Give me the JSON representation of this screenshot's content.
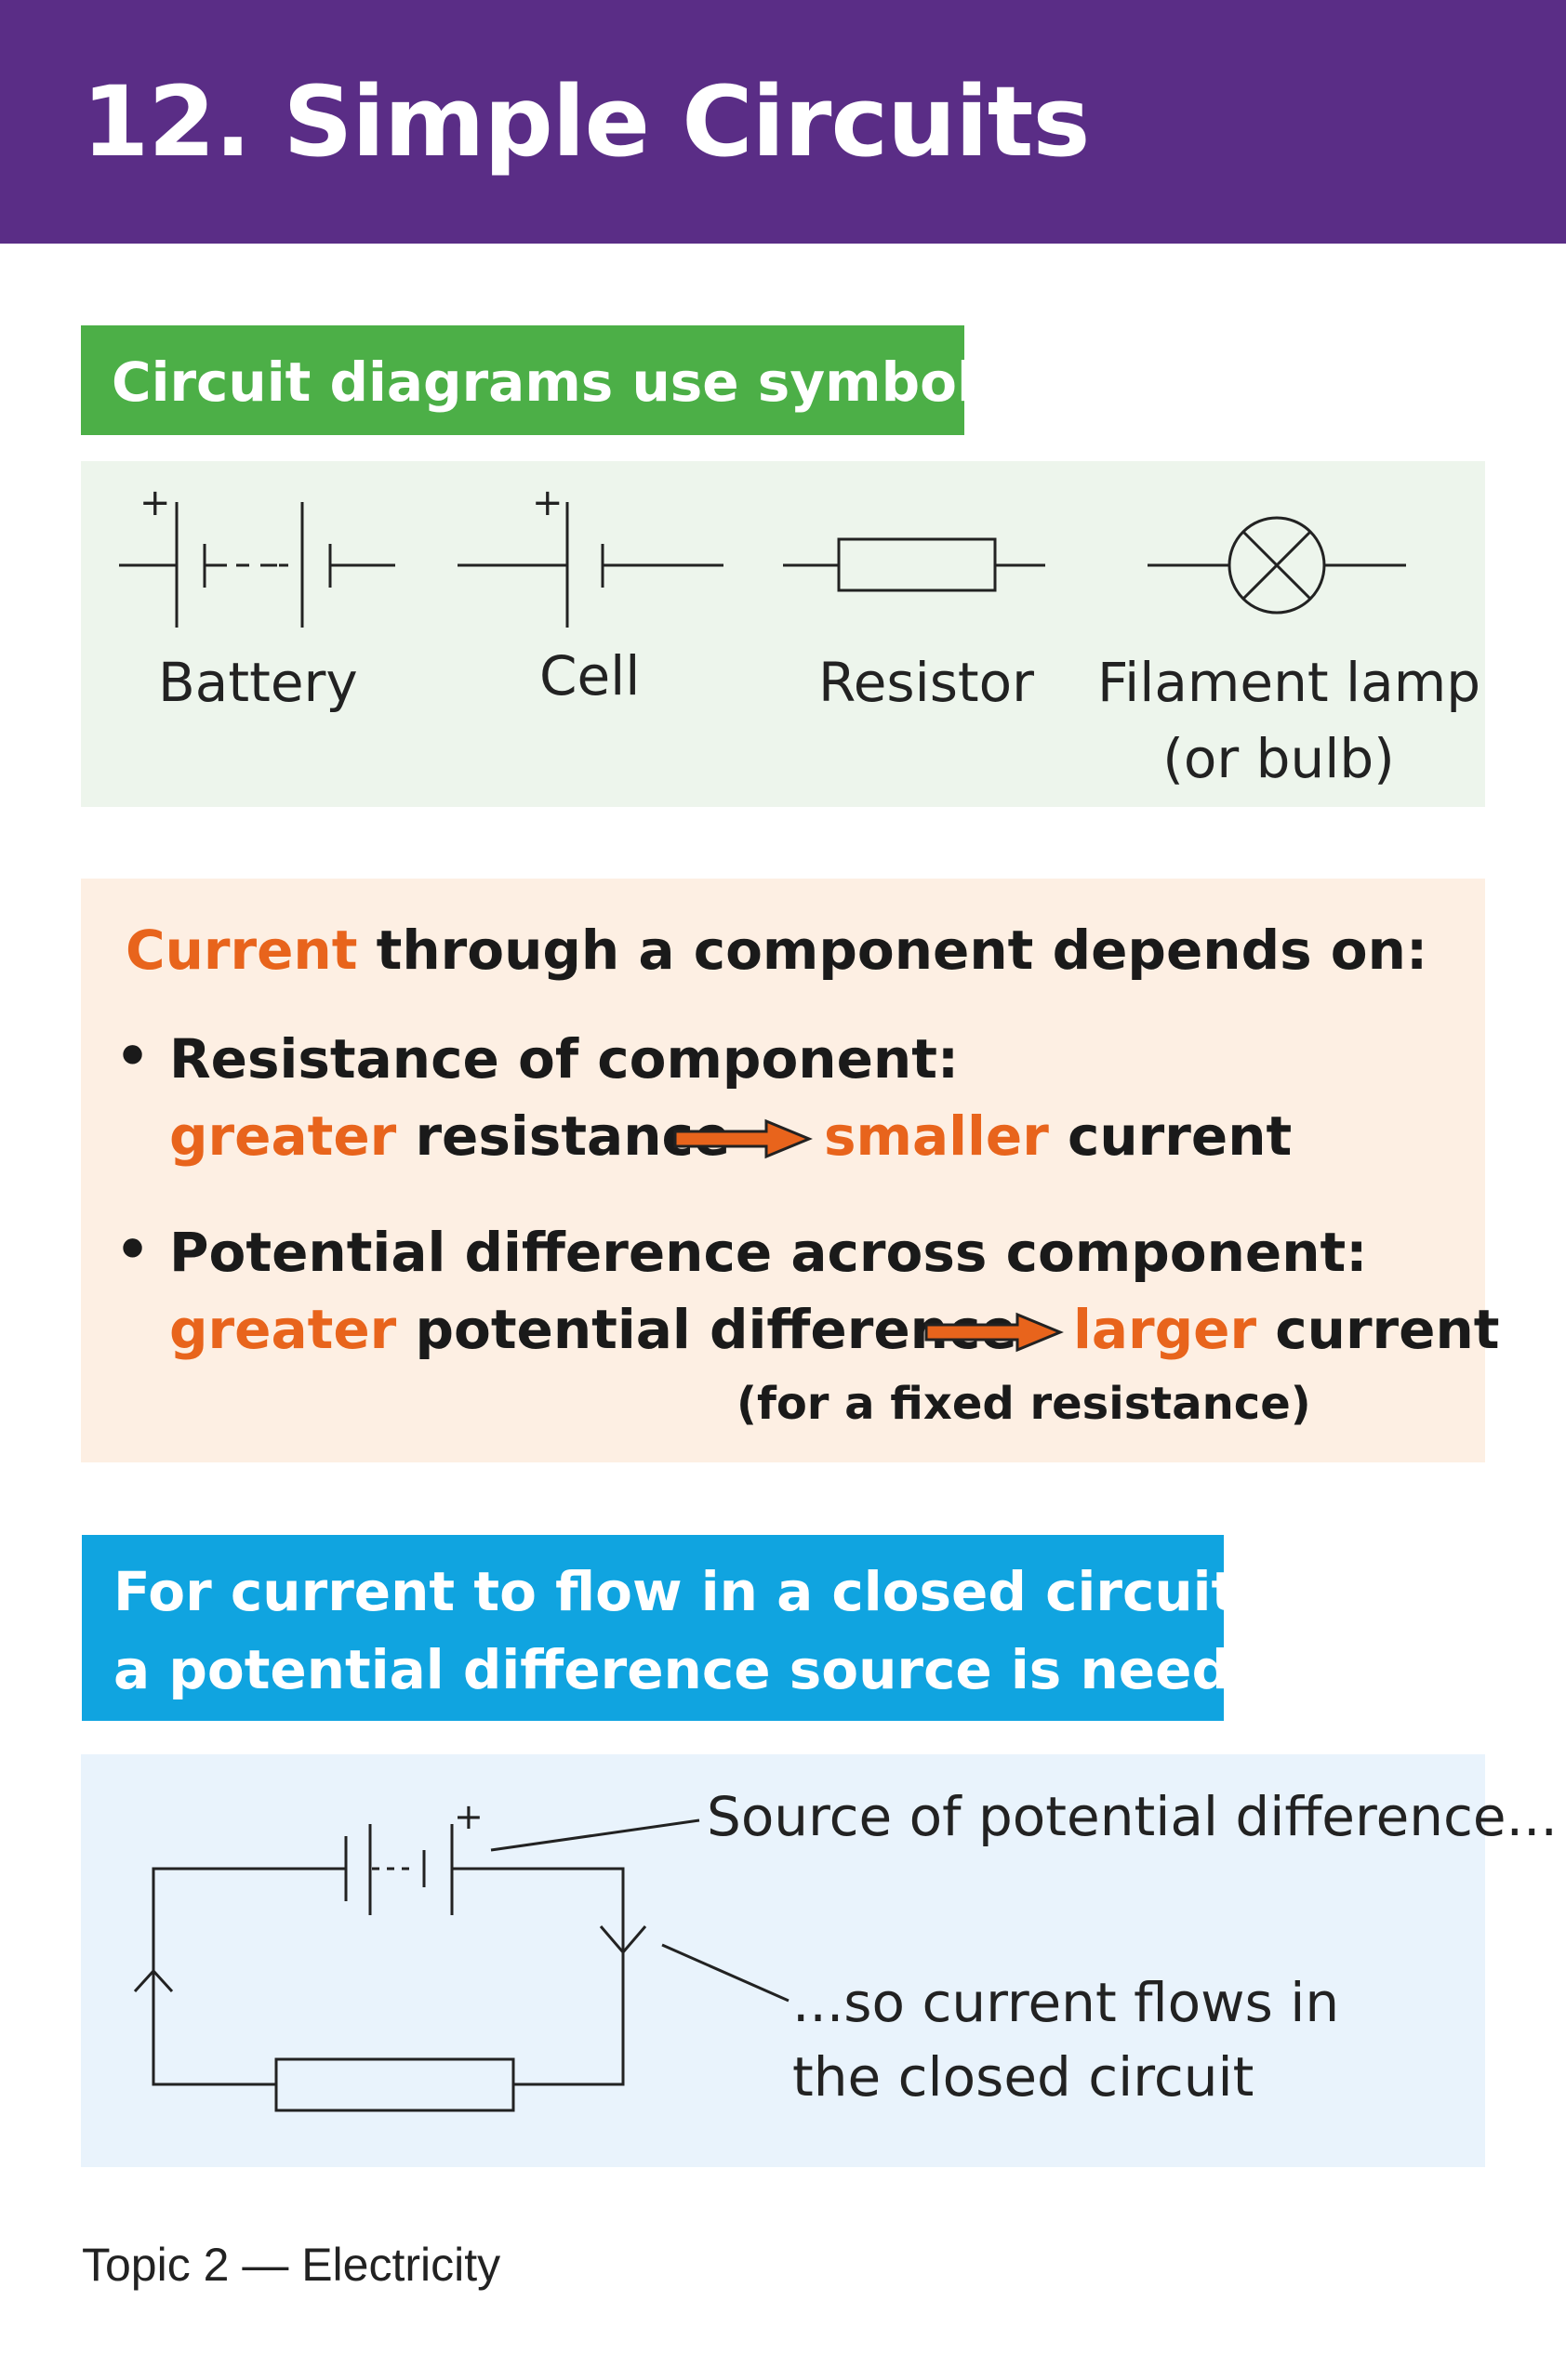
{
  "header": {
    "title": "12. Simple Circuits"
  },
  "symbols_section": {
    "title": "Circuit diagrams use symbols:",
    "battery_label": "Battery",
    "cell_label": "Cell",
    "resistor_label": "Resistor",
    "lamp_label_1": "Filament lamp",
    "lamp_label_2": "(or bulb)",
    "plus_sign": "+"
  },
  "current_section": {
    "heading_highlight": "Current",
    "heading_rest": " through a component depends on:",
    "bullet1_title": "Resistance of component:",
    "bullet1_word1": "greater",
    "bullet1_text1": " resistance",
    "bullet1_word2": "smaller",
    "bullet1_text2": " current",
    "bullet2_title": "Potential difference across component:",
    "bullet2_word1": "greater",
    "bullet2_text1": " potential difference",
    "bullet2_word2": "larger",
    "bullet2_text2": " current",
    "bullet2_note": "(for a fixed resistance)",
    "bullet_glyph": "•"
  },
  "circuit_section": {
    "line1": "For current to flow in a closed circuit,",
    "line2": "a potential difference source is needed.",
    "source_label": "Source of potential difference...",
    "flow_label_1": "...so current flows in",
    "flow_label_2": "the closed circuit",
    "plus_sign": "+"
  },
  "footer": {
    "text": "Topic 2 — Electricity"
  },
  "colors": {
    "header_purple": "#5a2d86",
    "label_green": "#4caf47",
    "highlight_orange": "#e8641c",
    "label_blue": "#10a4e0"
  }
}
